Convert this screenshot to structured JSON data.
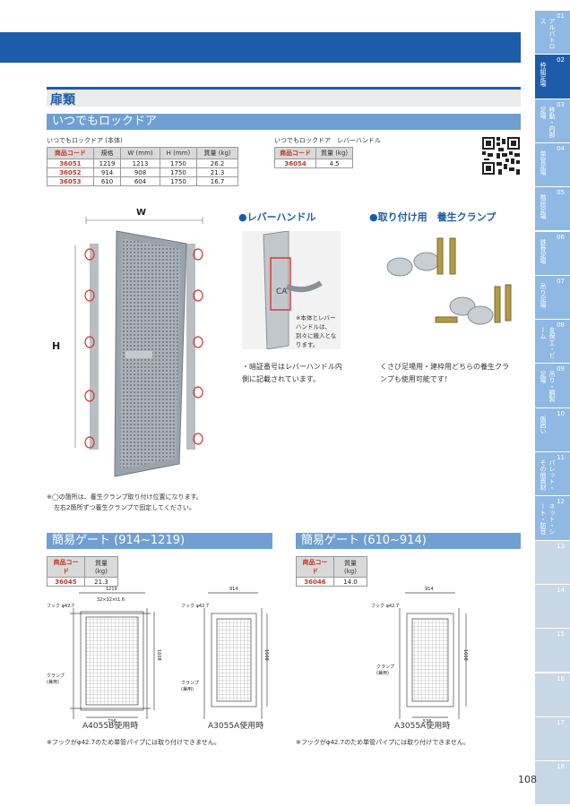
{
  "section_title": "扉類",
  "main": {
    "subtitle": "いつでもロックドア",
    "table1": {
      "caption": "いつでもロックドア (本体)",
      "headers": [
        "商品コード",
        "規格",
        "W (mm)",
        "H (mm)",
        "質量 (kg)"
      ],
      "rows": [
        [
          "36051",
          "1219",
          "1213",
          "1750",
          "26.2"
        ],
        [
          "36052",
          "914",
          "908",
          "1750",
          "21.3"
        ],
        [
          "36053",
          "610",
          "604",
          "1750",
          "16.7"
        ]
      ]
    },
    "table2": {
      "caption": "いつでもロックドア　レバーハンドル",
      "headers": [
        "商品コード",
        "質量 (kg)"
      ],
      "rows": [
        [
          "36054",
          "4.5"
        ]
      ]
    },
    "door_labels": {
      "w": "W",
      "h": "H"
    },
    "lever": {
      "heading": "●レバーハンドル",
      "photo_note": "※本体とレバーハンドルは、別々に搬入となります。",
      "desc": "・暗証番号はレバーハンドル内側に記載されています。"
    },
    "clamp": {
      "heading": "●取り付け用　養生クランプ",
      "desc": "くさび足場用・建枠用どちらの養生クランプも使用可能です！"
    },
    "note_line1": "※◯の箇所は、養生クランプ取り付け位置になります。",
    "note_line2": "左右2箇所ずつ養生クランプで固定してください。"
  },
  "gate_a": {
    "subtitle": "簡易ゲート (914~1219)",
    "headers": [
      "商品コード",
      "質量 (kg)"
    ],
    "rows": [
      [
        "36045",
        "21.3"
      ]
    ],
    "drawing1": {
      "caption": "A4055B使用時",
      "dim_top": "1219",
      "dim_inner": "32×32×t1.6",
      "hook": "フック φ42.7",
      "clamp": "クランプ (兼用)",
      "dim_side": "1608",
      "dim_bottom": "736"
    },
    "drawing2": {
      "caption": "A3055A使用時",
      "dim_top": "914",
      "hook": "フック φ42.7",
      "clamp": "クランプ (兼用)",
      "dim_side": "1608"
    },
    "footnote": "※フックがφ42.7のため単管パイプには取り付けできません。"
  },
  "gate_b": {
    "subtitle": "簡易ゲート (610~914)",
    "headers": [
      "商品コード",
      "質量 (kg)"
    ],
    "rows": [
      [
        "36046",
        "14.0"
      ]
    ],
    "drawing": {
      "caption": "A3055A使用時",
      "dim_top": "914",
      "hook": "フック φ42.7",
      "clamp": "クランプ (兼用)",
      "dim_side": "1608",
      "dim_bottom": "536"
    },
    "footnote": "※フックがφ42.7のため単管パイプには取り付けできません。"
  },
  "side_tabs": [
    {
      "num": "01",
      "label": "アルバトロス",
      "color": "#8fb8e3"
    },
    {
      "num": "02",
      "label": "枠組足場",
      "color": "#1d5ca8"
    },
    {
      "num": "03",
      "label": "移動・内部足場",
      "color": "#8fb8e3"
    },
    {
      "num": "04",
      "label": "単管足場",
      "color": "#8fb8e3"
    },
    {
      "num": "05",
      "label": "階段足場",
      "color": "#8fb8e3"
    },
    {
      "num": "06",
      "label": "鉄骨足場",
      "color": "#8fb8e3"
    },
    {
      "num": "07",
      "label": "吊り足場",
      "color": "#8fb8e3"
    },
    {
      "num": "08",
      "label": "支保工・ビーム",
      "color": "#8fb8e3"
    },
    {
      "num": "09",
      "label": "吊り・鋼製足場",
      "color": "#8fb8e3"
    },
    {
      "num": "10",
      "label": "仮囲い",
      "color": "#8fb8e3"
    },
    {
      "num": "11",
      "label": "パレット・その他資材",
      "color": "#8fb8e3"
    },
    {
      "num": "12",
      "label": "ネット・シート・防音",
      "color": "#8fb8e3"
    },
    {
      "num": "13",
      "label": "",
      "color": "#c8d7e6"
    },
    {
      "num": "14",
      "label": "",
      "color": "#c8d7e6"
    },
    {
      "num": "15",
      "label": "",
      "color": "#c8d7e6"
    },
    {
      "num": "16",
      "label": "",
      "color": "#c8d7e6"
    },
    {
      "num": "17",
      "label": "",
      "color": "#c8d7e6"
    },
    {
      "num": "18",
      "label": "",
      "color": "#c8d7e6"
    }
  ],
  "page_number": "108"
}
